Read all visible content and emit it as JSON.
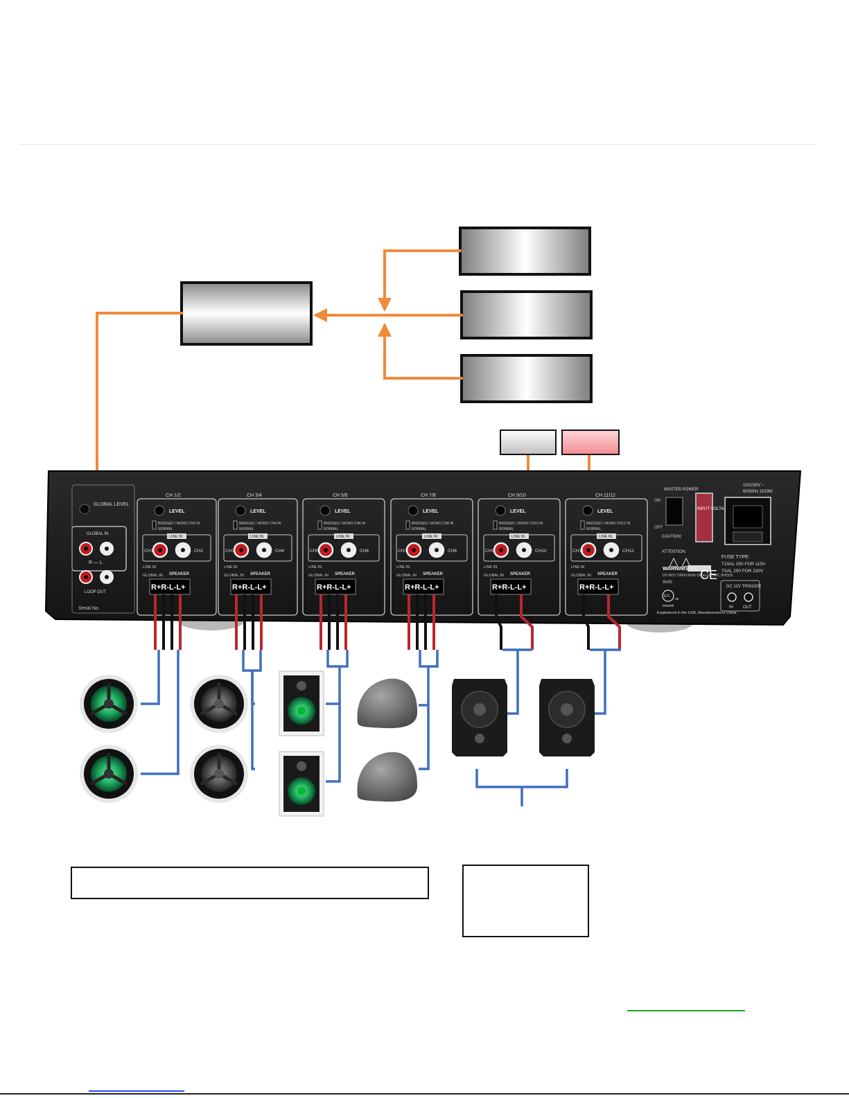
{
  "colors": {
    "arrow": "#f08a3a",
    "speaker_wire": "#3f6fbf",
    "wire_red": "#b8282c",
    "wire_black": "#111111",
    "chassis": "#1c1c1e",
    "panel_line": "#c8c8c8",
    "box_border": "#111111",
    "link_green": "#1aa81a",
    "link_blue": "#2b4fd6",
    "pink_box": "#f4a0a6"
  },
  "amplifier": {
    "global": {
      "level_label": "GLOBAL LEVEL",
      "input_label": "GLOBAL IN",
      "rl_label": "R — L",
      "loop_label": "LOOP OUT",
      "serial_label": "Serial No."
    },
    "channels": [
      {
        "name": "CH 1/2",
        "left": "CH1",
        "right": "CH2",
        "bridged": "BRIDGED / MONO CH2 IN"
      },
      {
        "name": "CH 3/4",
        "left": "CH3",
        "right": "CH4",
        "bridged": "BRIDGED / MONO CH4 IN"
      },
      {
        "name": "CH 5/6",
        "left": "CH5",
        "right": "CH6",
        "bridged": "BRIDGED / MONO CH6 IN"
      },
      {
        "name": "CH 7/8",
        "left": "CH7",
        "right": "CH8",
        "bridged": "BRIDGED / MONO CH8 IN"
      },
      {
        "name": "CH 9/10",
        "left": "CH9",
        "right": "CH10",
        "bridged": "BRIDGED / MONO CH10 IN"
      },
      {
        "name": "CH 11/12",
        "left": "CH11",
        "right": "CH12",
        "bridged": "BRIDGED / MONO CH12 IN"
      }
    ],
    "common_labels": {
      "level": "LEVEL",
      "normal": "NORMAL",
      "line_in": "LINE IN",
      "global_in": "GLOBAL IN",
      "speaker": "SPEAKER",
      "terminals": "R+R-L-L+"
    },
    "power": {
      "master_power": "MASTER POWER",
      "on": "ON",
      "off": "OFF",
      "input_voltage": "INPUT VOLTAGE",
      "ac_rating_1": "115/230V ~",
      "ac_rating_2": "60/50Hz 1100W",
      "fuse_type": "FUSE TYPE:",
      "fuse_1": "T10AL 250 FOR 115V",
      "fuse_2": "T5AL 250 FOR 230V",
      "warning": "WARNING:",
      "warning_text": "DO NOT OPEN RISK OF ELECTRIC SHOCK",
      "caution": "CAUTION:",
      "attention": "ATTENTION:",
      "avis": "AVIS:",
      "ce": "CE",
      "etl": "ETL",
      "us": "us",
      "intertek": "Intertek",
      "engineered": "Engineered in the USA, Manufactured in China.",
      "trigger_title": "DC 12V TRIGGER",
      "trigger_in": "IN",
      "trigger_out": "OUT"
    }
  }
}
